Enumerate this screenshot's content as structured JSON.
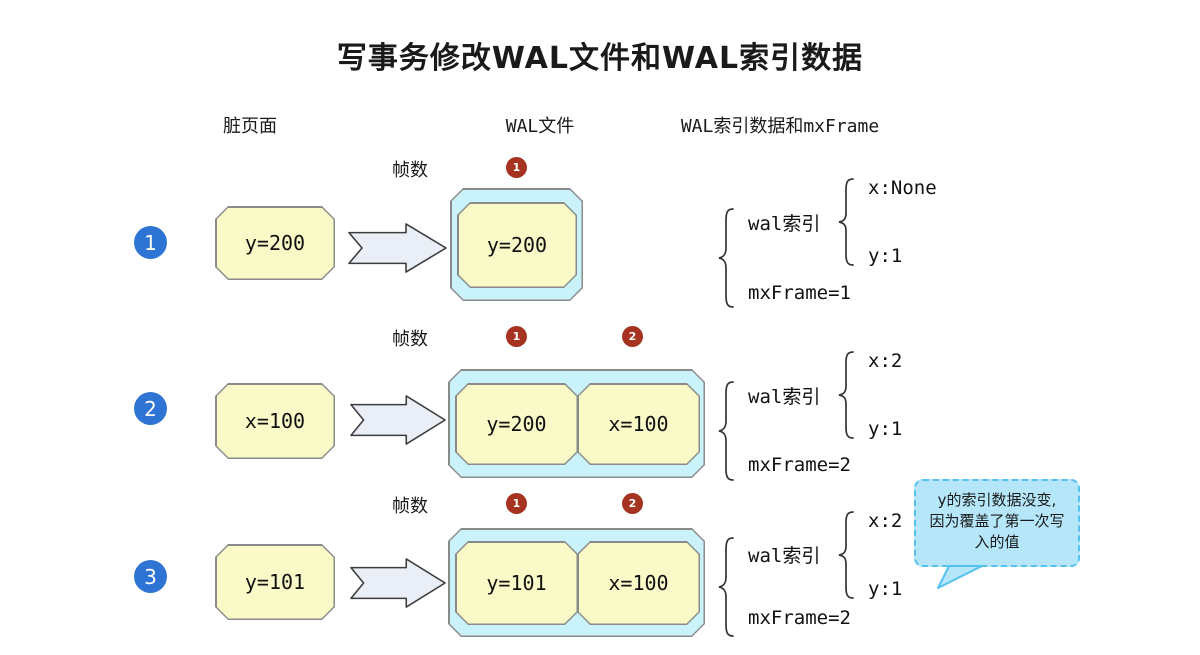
{
  "title": "写事务修改WAL文件和WAL索引数据",
  "columns": {
    "dirty_page": "脏页面",
    "wal_file": "WAL文件",
    "wal_index": "WAL索引数据和mxFrame"
  },
  "frame_count_label": "帧数",
  "rows": [
    {
      "step": "1",
      "dirty_page": "y=200",
      "frames": [
        {
          "badge": "1",
          "value": "y=200"
        }
      ],
      "wal_index_label": "wal索引",
      "entries": [
        "x:None",
        "y:1"
      ],
      "mxframe": "mxFrame=1"
    },
    {
      "step": "2",
      "dirty_page": "x=100",
      "frames": [
        {
          "badge": "1",
          "value": "y=200"
        },
        {
          "badge": "2",
          "value": "x=100"
        }
      ],
      "wal_index_label": "wal索引",
      "entries": [
        "x:2",
        "y:1"
      ],
      "mxframe": "mxFrame=2"
    },
    {
      "step": "3",
      "dirty_page": "y=101",
      "frames": [
        {
          "badge": "1",
          "value": "y=101"
        },
        {
          "badge": "2",
          "value": "x=100"
        }
      ],
      "wal_index_label": "wal索引",
      "entries": [
        "x:2",
        "y:1"
      ],
      "mxframe": "mxFrame=2"
    }
  ],
  "callout": {
    "text": "y的索引数据没变,\n因为覆盖了第一次写\n入的值"
  },
  "colors": {
    "step-circle": "#2E74D4",
    "badge": "#A6331F",
    "box-fill": "#FAFAC8",
    "box-border": "#8a8a8a",
    "container-fill": "#C9F2FA",
    "arrow-fill": "#E9EEF7",
    "callout-fill": "#B5E6FA",
    "callout-border": "#55C1EF"
  }
}
